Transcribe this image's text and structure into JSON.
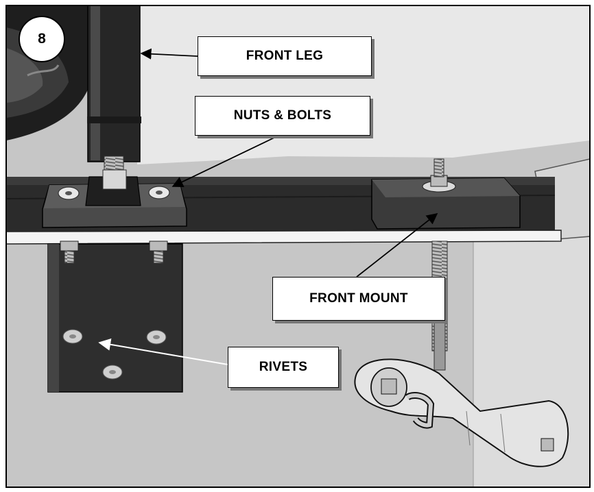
{
  "figure": {
    "step_number": "8",
    "callouts": {
      "front_leg": "FRONT LEG",
      "nuts_bolts": "NUTS & BOLTS",
      "front_mount": "FRONT MOUNT",
      "rivets": "RIVETS"
    }
  },
  "colors": {
    "background": "#c2c2c2",
    "panel_light": "#e6e6e6",
    "dark_metal": "#2a2a2a",
    "bracket": "#333333",
    "white_bar": "#f4f4f4",
    "frame_border": "#000000"
  }
}
